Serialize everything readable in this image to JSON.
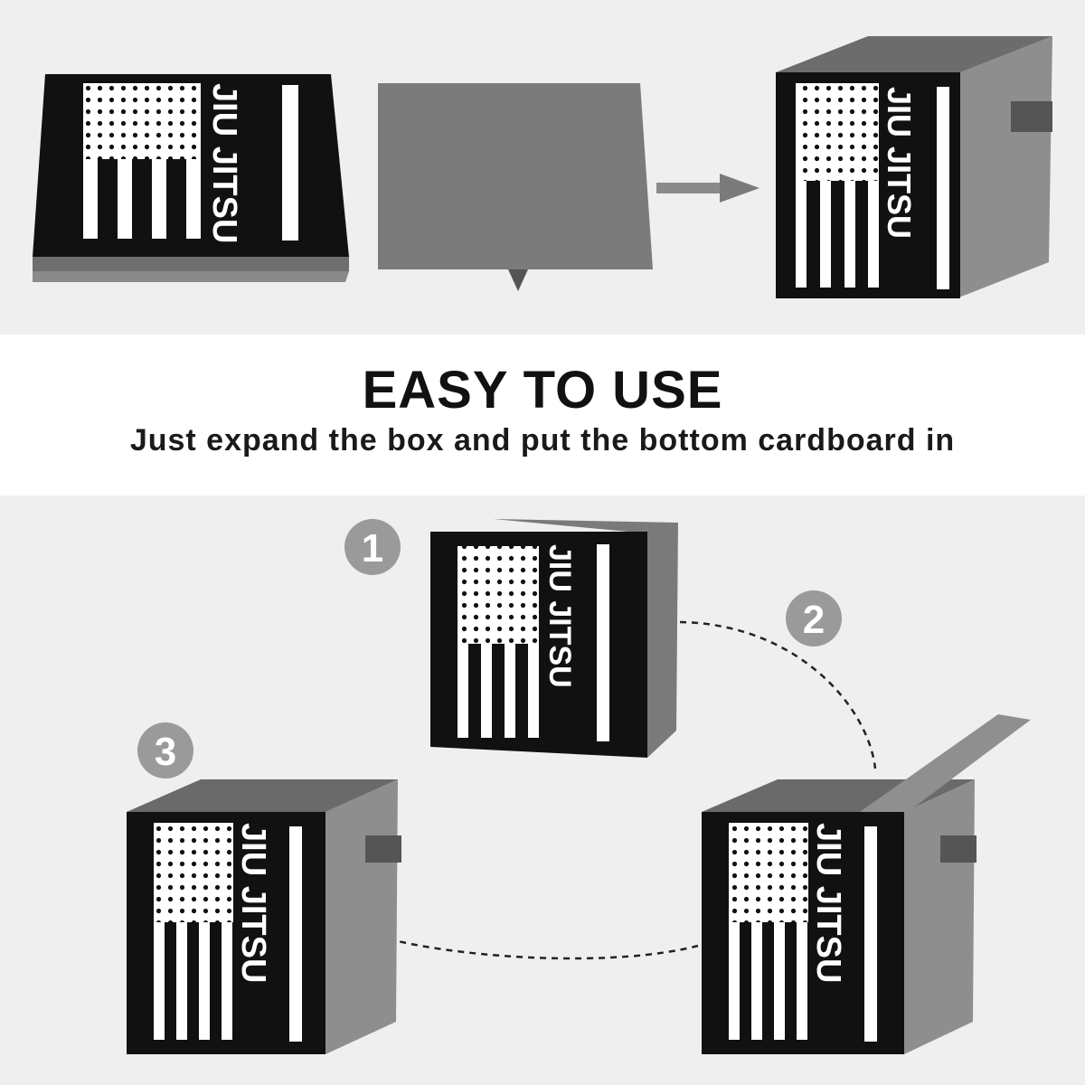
{
  "heading": {
    "title": "EASY TO USE",
    "subtitle": "Just expand the box and put the bottom cardboard in"
  },
  "product": {
    "print_text": "JIU JITSU",
    "colors": {
      "box_body": "#111111",
      "fabric_gray": "#7a7a7a",
      "print": "#ffffff"
    }
  },
  "steps": [
    {
      "number": "1"
    },
    {
      "number": "2"
    },
    {
      "number": "3"
    }
  ]
}
